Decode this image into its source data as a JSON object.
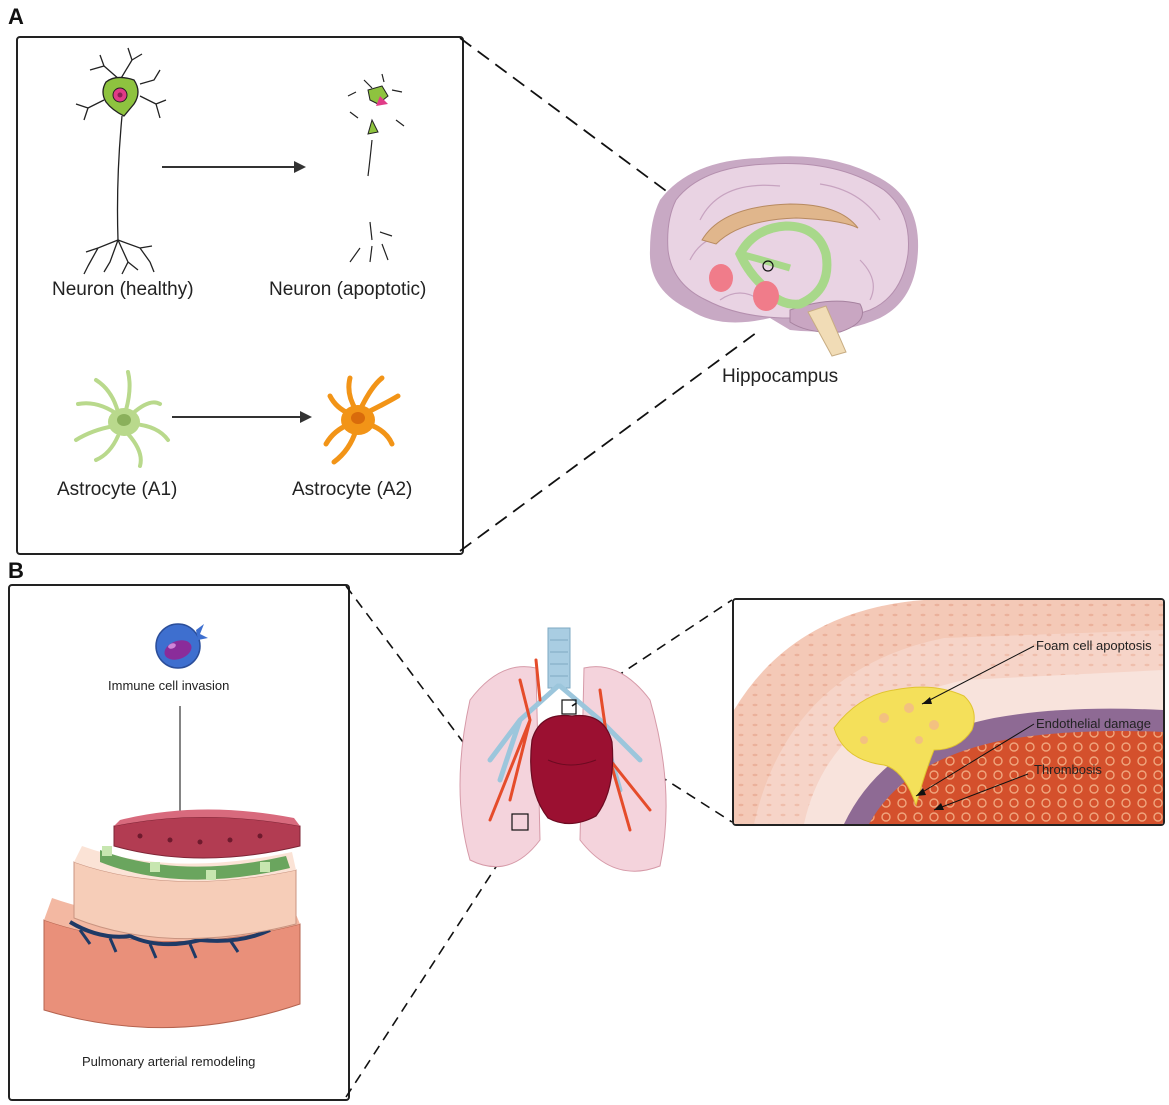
{
  "panel_a": {
    "letter": "A",
    "neuron_healthy": "Neuron (healthy)",
    "neuron_apoptotic": "Neuron  (apoptotic)",
    "astrocyte_a1": "Astrocyte (A1)",
    "astrocyte_a2": "Astrocyte (A2)",
    "brain_label": "Hippocampus"
  },
  "panel_b": {
    "letter": "B",
    "immune": "Immune cell invasion",
    "remodeling": "Pulmonary arterial remodeling",
    "foam": "Foam cell apoptosis",
    "endothelial": "Endothelial damage",
    "thrombosis": "Thrombosis"
  },
  "colors": {
    "neuron_green": "#8ec33f",
    "astro_green": "#b9d98c",
    "astro_orange": "#f29417",
    "brain_pink": "#e9d3e3",
    "hippocampus_green": "#a8d88a",
    "heart_red": "#9b1031",
    "vessel_blue": "#9cc6dc",
    "artery_red": "#e54c2b",
    "immune_blue": "#3e6fcf",
    "immune_purple": "#8a2c9a",
    "plaque_yellow": "#f4e05a"
  }
}
